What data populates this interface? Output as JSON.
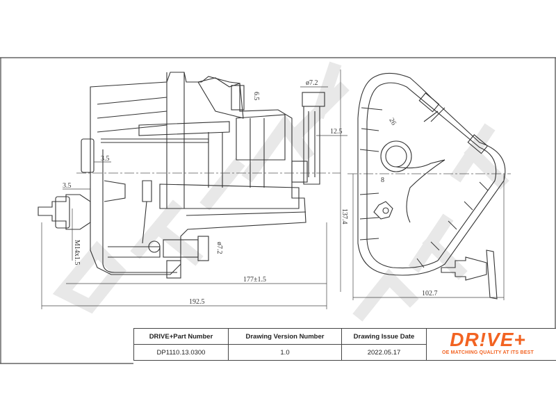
{
  "dimensions": {
    "d_7_2_top": "ø7.2",
    "d_6_5": "6.5",
    "d_12_5": "12.5",
    "d_3_5_upper": "3.5",
    "d_3_5_lower": "3.5",
    "d_m14": "M14x1.5",
    "d_7_2_lower": "ø7.2",
    "d_177": "177±1.5",
    "d_192_5": "192.5",
    "d_137_4": "137.4",
    "d_102_7": "102.7",
    "d_26": "26",
    "d_8": "8"
  },
  "title_block": {
    "headers": [
      "DRIVE+Part Number",
      "Drawing Version Number",
      "Drawing Issue Date"
    ],
    "values": [
      "DP1110.13.0300",
      "1.0",
      "2022.05.17"
    ]
  },
  "logo": {
    "brand": "DR!VE+",
    "tagline": "OE MATCHING QUALITY AT ITS BEST"
  },
  "colors": {
    "brand": "#f26322",
    "line": "#333333",
    "watermark": "#e6e6e6"
  }
}
